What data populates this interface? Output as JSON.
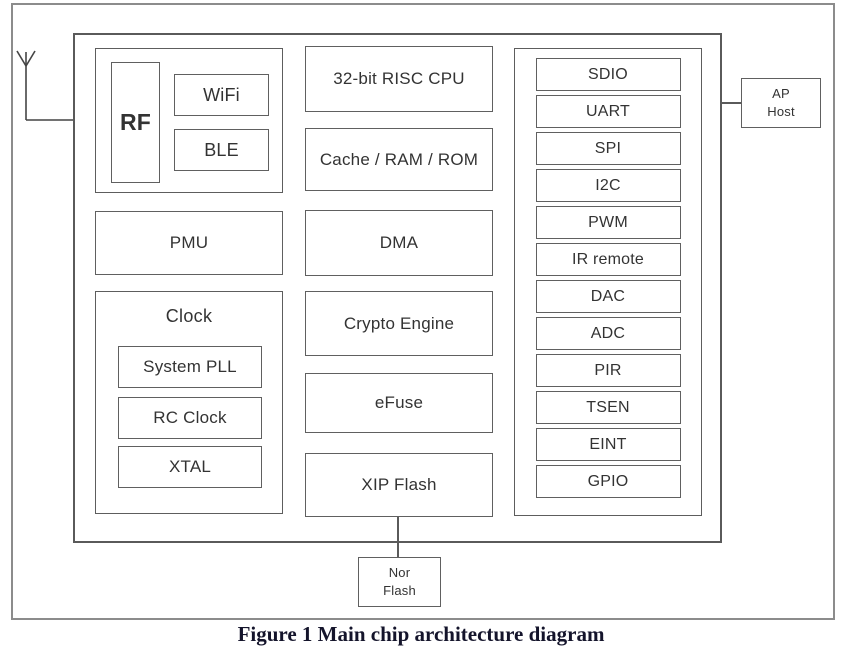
{
  "colors": {
    "frame_border": "#8c8c8c",
    "box_border": "#606060",
    "text": "#333333",
    "caption": "#14142b",
    "background": "#ffffff"
  },
  "caption": "Figure 1 Main chip architecture diagram",
  "rf_group": {
    "rf": "RF",
    "wifi": "WiFi",
    "ble": "BLE"
  },
  "pmu": "PMU",
  "clock_group": {
    "title": "Clock",
    "items": [
      "System PLL",
      "RC Clock",
      "XTAL"
    ]
  },
  "core_column": [
    "32-bit RISC CPU",
    "Cache / RAM / ROM",
    "DMA",
    "Crypto Engine",
    "eFuse",
    "XIP Flash"
  ],
  "peripherals": [
    "SDIO",
    "UART",
    "SPI",
    "I2C",
    "PWM",
    "IR remote",
    "DAC",
    "ADC",
    "PIR",
    "TSEN",
    "EINT",
    "GPIO"
  ],
  "ap_host": {
    "line1": "AP",
    "line2": "Host"
  },
  "nor_flash": {
    "line1": "Nor",
    "line2": "Flash"
  }
}
